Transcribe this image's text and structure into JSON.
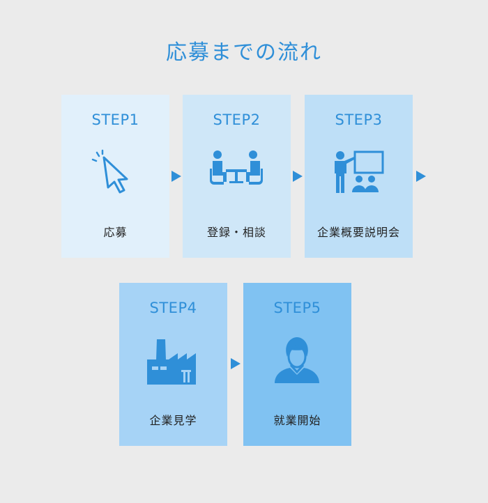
{
  "title": "応募までの流れ",
  "steps": [
    {
      "label": "STEP1",
      "name": "応募",
      "icon": "cursor-click-icon",
      "bg": "#e1f0fb"
    },
    {
      "label": "STEP2",
      "name": "登録・相談",
      "icon": "meeting-icon",
      "bg": "#cfe7f8"
    },
    {
      "label": "STEP3",
      "name": "企業概要説明会",
      "icon": "presentation-icon",
      "bg": "#bedff7"
    },
    {
      "label": "STEP4",
      "name": "企業見学",
      "icon": "factory-icon",
      "bg": "#a6d3f6"
    },
    {
      "label": "STEP5",
      "name": "就業開始",
      "icon": "worker-icon",
      "bg": "#80c2f2"
    }
  ],
  "colors": {
    "accent": "#2f8fd8",
    "icon": "#2f8fd8",
    "background": "#ebebeb",
    "text": "#222222"
  }
}
